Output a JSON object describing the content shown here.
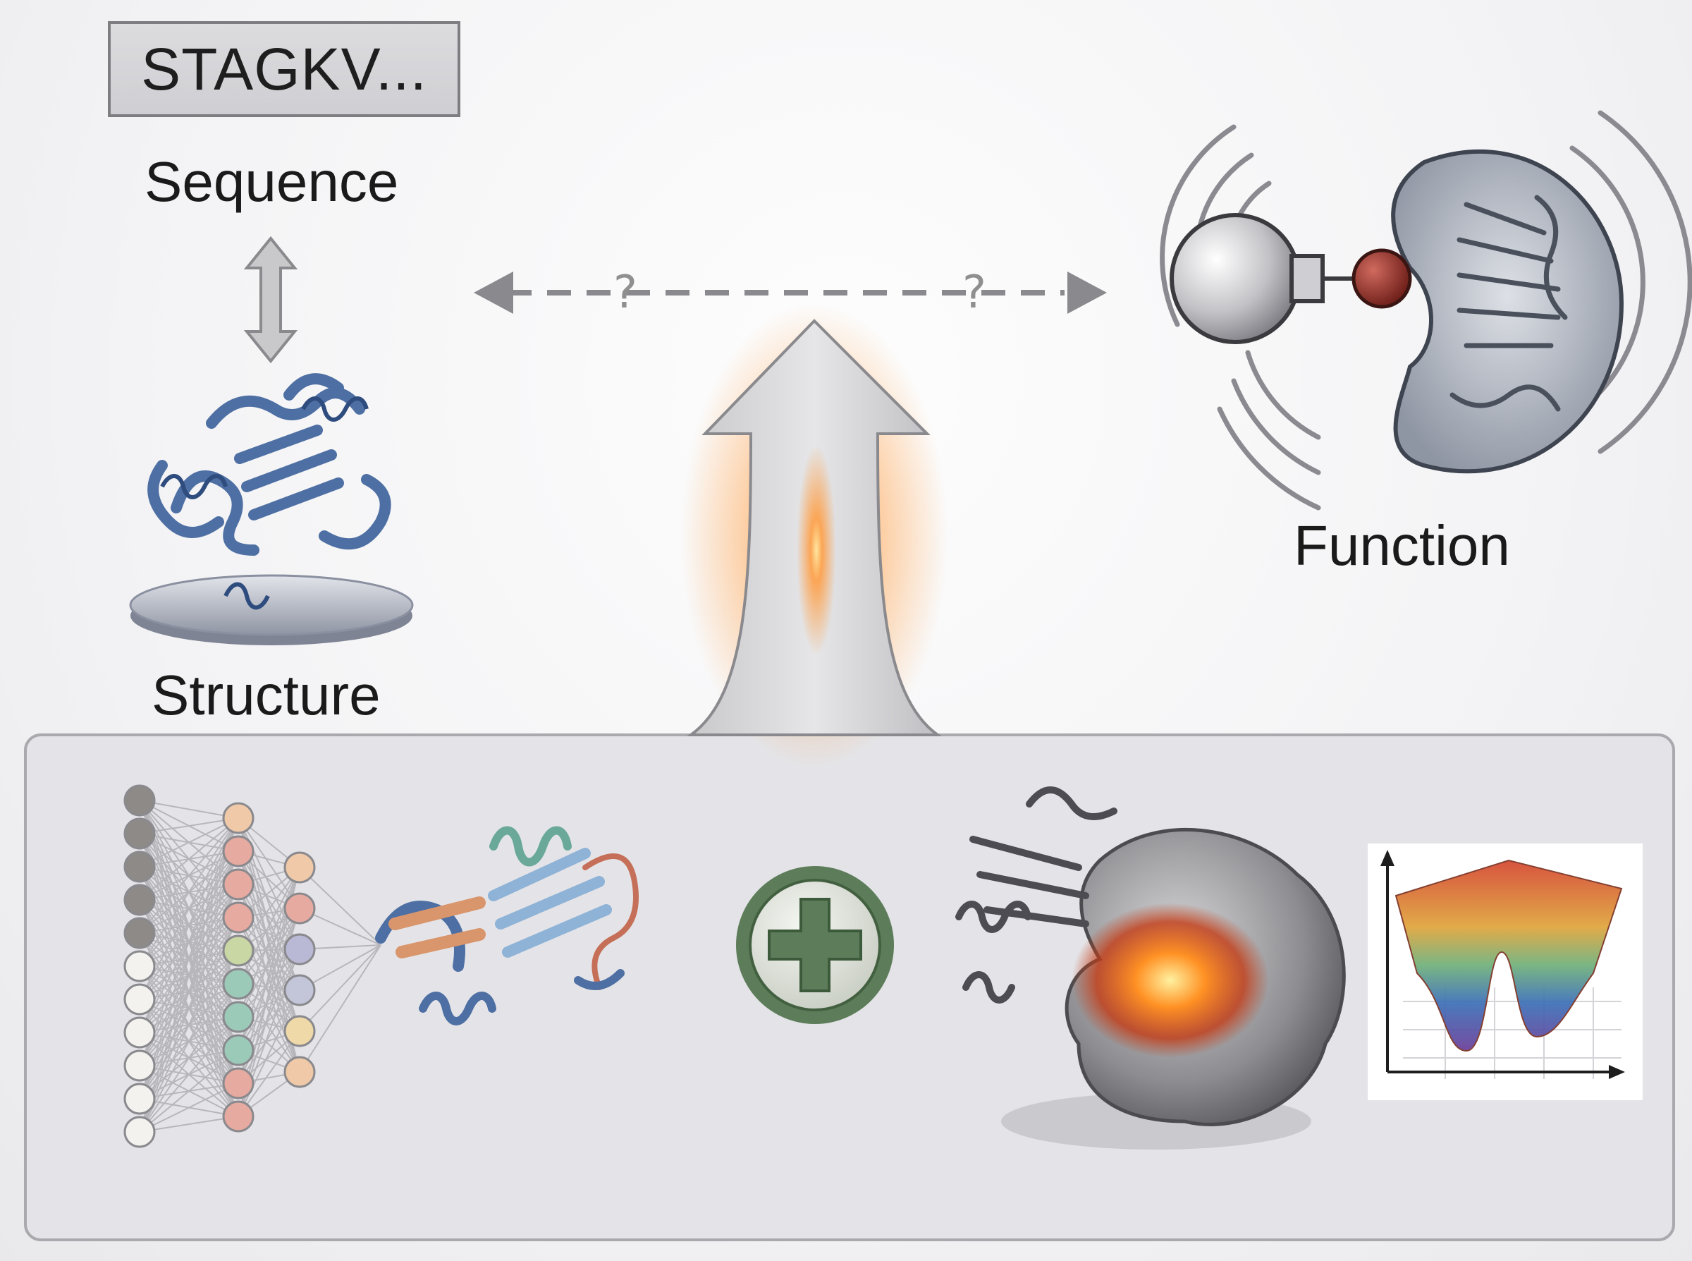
{
  "sequence": {
    "text": "STAGKV...",
    "label": "Sequence"
  },
  "structure": {
    "label": "Structure"
  },
  "function": {
    "label": "Function"
  },
  "link": {
    "q_left": "?",
    "q_right": "?"
  },
  "icons": {
    "double_arrow": "vertical-double-arrow-icon",
    "protein": "protein-ribbon-icon",
    "plus": "plus-circle-icon",
    "neural_net": "neural-network-icon",
    "energy": "energy-landscape-icon"
  },
  "colors": {
    "protein_blue": "#4e6fa3",
    "glow": "#ff9a3c",
    "plus_green": "#5d7d5a",
    "panel": "#e4e4e8",
    "ligand_red": "#8b2a24"
  }
}
